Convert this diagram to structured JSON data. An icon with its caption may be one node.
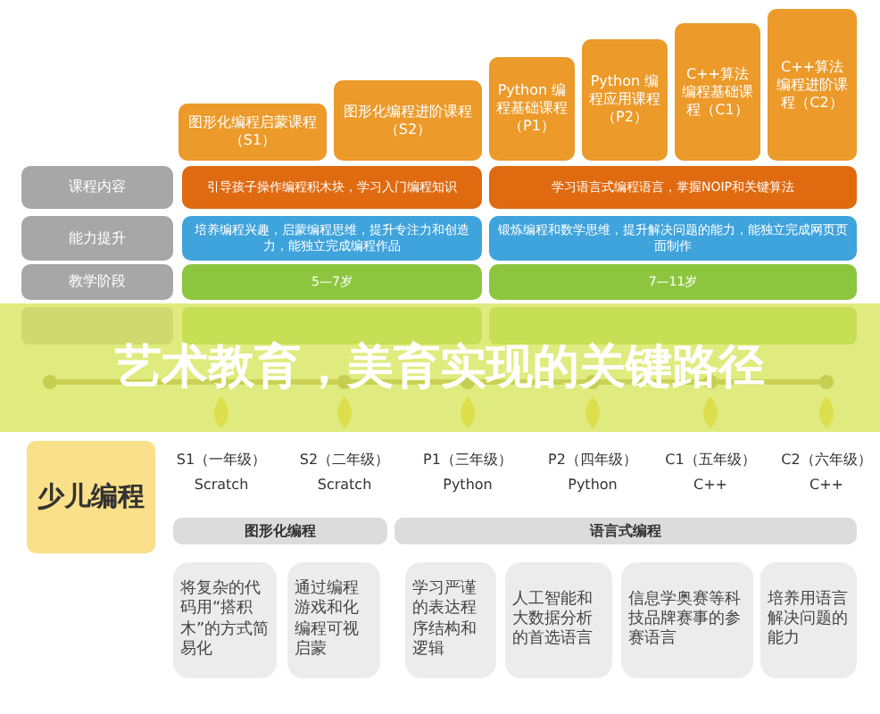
{
  "diagram": {
    "title": "艺术教育，美育实现的关键路径",
    "nodes": [
      {
        "text": [
          "图形化编程启蒙课程（S1）"
        ]
      },
      {
        "text": [
          "图形化编程进阶课程（S2）"
        ]
      },
      {
        "text": [
          "Python 编程基础课程（P1）"
        ]
      },
      {
        "text": [
          "Python 编程应用课程（P2）"
        ]
      },
      {
        "text": [
          "C++算法编程基础课程（C1）"
        ]
      },
      {
        "text": [
          "C++算法编程进阶课程（C2）"
        ]
      },
      {
        "text": [
          "课程内容"
        ]
      },
      {
        "text": [
          "引导孩子操作编程积木块，学习入门编程知识"
        ]
      },
      {
        "text": [
          "学习语言式编程语言，掌握NOIP和关键算法"
        ]
      },
      {
        "text": [
          "能力提升"
        ]
      },
      {
        "text": [
          "培养编程兴趣，启蒙编程思维，提升专注力和创造力，能独立完成编程作品"
        ]
      },
      {
        "text": [
          "锻炼编程和数学思维，提升解决问题的能力，能独立完成网页页面制作"
        ]
      },
      {
        "text": [
          "教学阶段"
        ]
      },
      {
        "text": [
          "5—7岁"
        ]
      },
      {
        "text": [
          "7—11岁"
        ]
      },
      {
        "text": [
          "少儿编程"
        ]
      },
      {
        "text": [
          "图形化编程"
        ]
      },
      {
        "text": [
          "语言式编程"
        ]
      },
      {
        "text": [
          "将复杂的代码用“搭积木”的方式简易化"
        ]
      },
      {
        "text": [
          "通过编程游戏和化编程可视启蒙"
        ]
      },
      {
        "text": [
          "学习严谨的表达程序结构和逻辑"
        ]
      },
      {
        "text": [
          "人工智能和大数据分析的首选语言"
        ]
      },
      {
        "text": [
          "信息学奥赛等科技品牌赛事的参赛语言"
        ]
      },
      {
        "text": [
          "培养用语言解决问题的能力"
        ]
      }
    ],
    "labels": [
      "S1（一年级）",
      "S2（二年级）",
      "P1（三年级）",
      "P2（四年级）",
      "C1（五年级）",
      "C2（六年级）",
      "Scratch",
      "Scratch",
      "Python",
      "Python",
      "C++",
      "C++"
    ]
  }
}
